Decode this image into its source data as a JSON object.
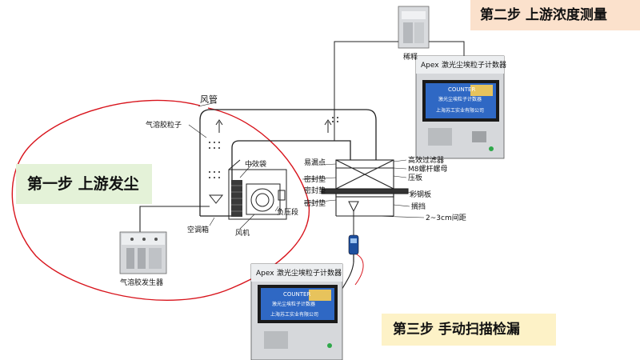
{
  "steps": {
    "step1": "第一步 上游发尘",
    "step2": "第二步 上游浓度测量",
    "step3": "第三步 手动扫描检漏"
  },
  "labels": {
    "duct": "风管",
    "aerosol_particles": "气溶胶粒子",
    "medium_filter": "中效袋",
    "negative_pressure": "负压段",
    "ac_box": "空调箱",
    "fan": "风机",
    "aerosol_generator": "气溶胶发生器",
    "dilutor": "稀释",
    "leak_point": "易漏点",
    "seal_pad_1": "密封垫",
    "seal_pad_2": "密封垫",
    "seal_pad_3": "密封垫",
    "hepa": "高效过滤器",
    "m8_screw": "M8螺杆螺母",
    "press_plate": "压板",
    "color_steel": "彩钢板",
    "baffle": "搁挡",
    "gap": "2~3cm间距"
  },
  "counter_top": {
    "brand": "Apex",
    "header": "激光尘埃粒子计数器",
    "screen_title": "COUNTER",
    "screen_sub": "激光尘埃粒子计数器",
    "company": "上海苏工实业有限公司"
  },
  "counter_bottom": {
    "brand": "Apex",
    "header": "激光尘埃粒子计数器",
    "screen_title": "COUNTER",
    "screen_sub": "激光尘埃粒子计数器",
    "company": "上海苏工实业有限公司"
  },
  "colors": {
    "loop": "#d8141c",
    "step1_bg": "#e4f2d8",
    "step2_bg": "#fbe1cc",
    "step3_bg": "#fdf2c7",
    "line": "#222222"
  }
}
